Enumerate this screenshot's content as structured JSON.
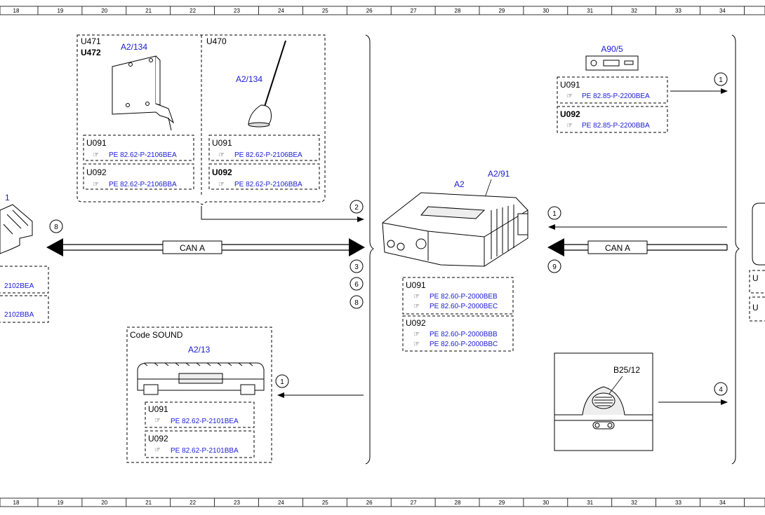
{
  "ruler": {
    "numbers": [
      "18",
      "19",
      "20",
      "21",
      "22",
      "23",
      "24",
      "25",
      "26",
      "27",
      "28",
      "29",
      "30",
      "31",
      "32",
      "33",
      "34"
    ]
  },
  "colors": {
    "link_blue": "#1a1ad6",
    "line": "#000000"
  },
  "groups": {
    "antenna_amp": {
      "module_codes": [
        "U471",
        "U472"
      ],
      "component": "A2/134",
      "docs": [
        {
          "variant": "U091",
          "ref": "PE 82.62-P-2106BEA"
        },
        {
          "variant": "U092",
          "ref": "PE 82.62-P-2106BBA"
        }
      ]
    },
    "antenna": {
      "module_code": "U470",
      "component": "A2/134",
      "docs": [
        {
          "variant": "U091",
          "ref": "PE 82.62-P-2106BEA"
        },
        {
          "variant": "U092",
          "ref": "PE 82.62-P-2106BBA"
        }
      ]
    },
    "left_partial": {
      "label": "1",
      "docs": [
        {
          "ref": "2102BEA"
        },
        {
          "ref": "2102BBA"
        }
      ]
    },
    "sound": {
      "title": "Code SOUND",
      "component": "A2/13",
      "docs": [
        {
          "variant": "U091",
          "ref": "PE 82.62-P-2101BEA"
        },
        {
          "variant": "U092",
          "ref": "PE 82.62-P-2101BBA"
        }
      ]
    },
    "head_unit": {
      "component": "A2",
      "subcomponent": "A2/91",
      "docs": [
        {
          "variant": "U091",
          "refs": [
            "PE 82.60-P-2000BEB",
            "PE 82.60-P-2000BEC"
          ]
        },
        {
          "variant": "U092",
          "refs": [
            "PE 82.60-P-2000BBB",
            "PE 82.60-P-2000BBC"
          ]
        }
      ]
    },
    "aux_panel": {
      "component": "A90/5",
      "docs": [
        {
          "variant": "U091",
          "ref": "PE 82.85-P-2200BEA"
        },
        {
          "variant": "U092",
          "ref": "PE 82.85-P-2200BBA"
        }
      ]
    },
    "speaker": {
      "component": "B25/12"
    },
    "right_partial": {
      "labels": [
        "U",
        "U"
      ]
    }
  },
  "bus": {
    "left_label": "CAN A",
    "right_label": "CAN A"
  },
  "callouts": {
    "c2": "2",
    "c3": "3",
    "c6": "6",
    "c8a": "8",
    "c8b": "8",
    "c1_top": "1",
    "c1_mid": "1",
    "c1_sound": "1",
    "c9": "9",
    "c4": "4"
  }
}
